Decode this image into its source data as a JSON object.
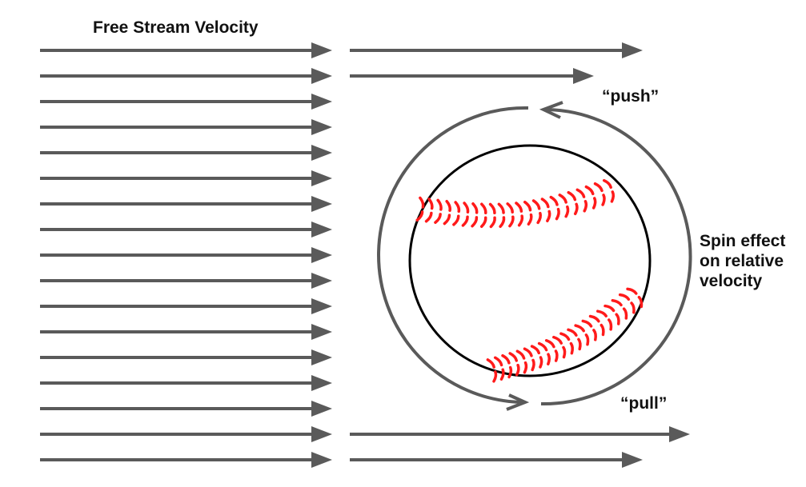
{
  "title": "Free Stream Velocity",
  "labels": {
    "push": "“push”",
    "pull": "“pull”",
    "spin_lines": [
      "Spin effect",
      "on relative",
      "velocity"
    ]
  },
  "colors": {
    "arrow": "#5a5a5a",
    "ball_outline": "#000000",
    "stitch": "#ff1a1a",
    "text": "#111111"
  },
  "left_arrow_count": 17,
  "right_arrows": [
    {
      "row": 0,
      "length": "long"
    },
    {
      "row": 1,
      "length": "short"
    },
    {
      "row": 15,
      "length": "longest"
    },
    {
      "row": 16,
      "length": "long"
    }
  ],
  "icons": {
    "ball": "baseball-icon",
    "spin": "counterclockwise-rotation-arrows"
  }
}
